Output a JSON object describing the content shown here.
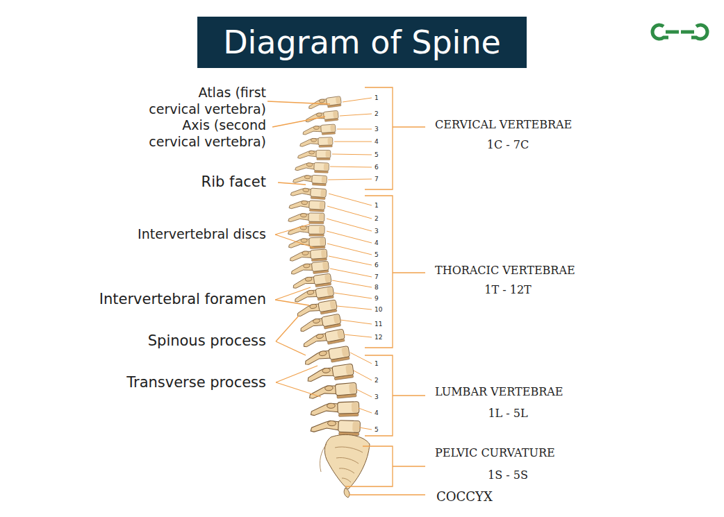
{
  "diagram": {
    "title": "Diagram of Spine",
    "labels": [
      "Atlas (first cervical vertebra)",
      "Axis (second cervical vertebra)",
      "Rib facet",
      "Intervertebral discs",
      "Intervertebral foramen",
      "Spinous process",
      "Transverse process",
      "1",
      "2",
      "3",
      "4",
      "5",
      "6",
      "7",
      "1",
      "2",
      "3",
      "4",
      "5",
      "6",
      "7",
      "8",
      "9",
      "10",
      "11",
      "12",
      "1",
      "2",
      "3",
      "4",
      "5",
      "CERVICAL VERTEBRAE",
      "1C - 7C",
      "THORACIC VERTEBRAE",
      "1T - 12T",
      "LUMBAR VERTEBRAE",
      "1L - 5L",
      "PELVIC CURVATURE",
      "1S - 5S",
      "COCCYX"
    ]
  }
}
